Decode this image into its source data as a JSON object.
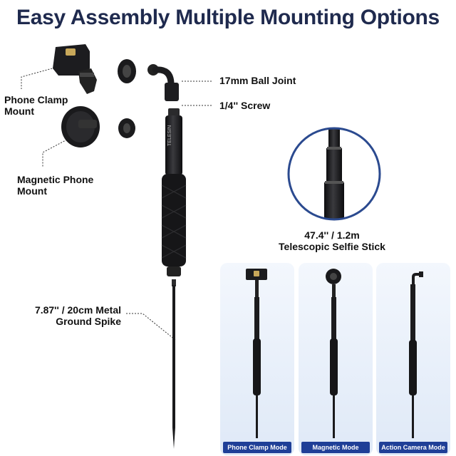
{
  "title": "Easy Assembly Multiple Mounting Options",
  "callouts": {
    "ball_joint": "17mm Ball Joint",
    "screw": "1/4'' Screw",
    "phone_clamp_mount_line1": "Phone Clamp",
    "phone_clamp_mount_line2": "Mount",
    "magnetic_mount_line1": "Magnetic Phone",
    "magnetic_mount_line2": "Mount",
    "selfie_stick_line1": "47.4'' / 1.2m",
    "selfie_stick_line2": "Telescopic Selfie Stick",
    "spike_line1": "7.87'' / 20cm Metal",
    "spike_line2": "Ground Spike"
  },
  "brand_on_stick": "TELESIN",
  "modes": [
    {
      "label": "Phone Clamp Mode"
    },
    {
      "label": "Magnetic Mode"
    },
    {
      "label": "Action Camera Mode"
    }
  ],
  "colors": {
    "title": "#1f2a4e",
    "mode_badge": "#1f3f97",
    "panel_bg": "#e6eef9",
    "zoom_ring": "#2b4a8f",
    "product": "#1b1b1d"
  }
}
